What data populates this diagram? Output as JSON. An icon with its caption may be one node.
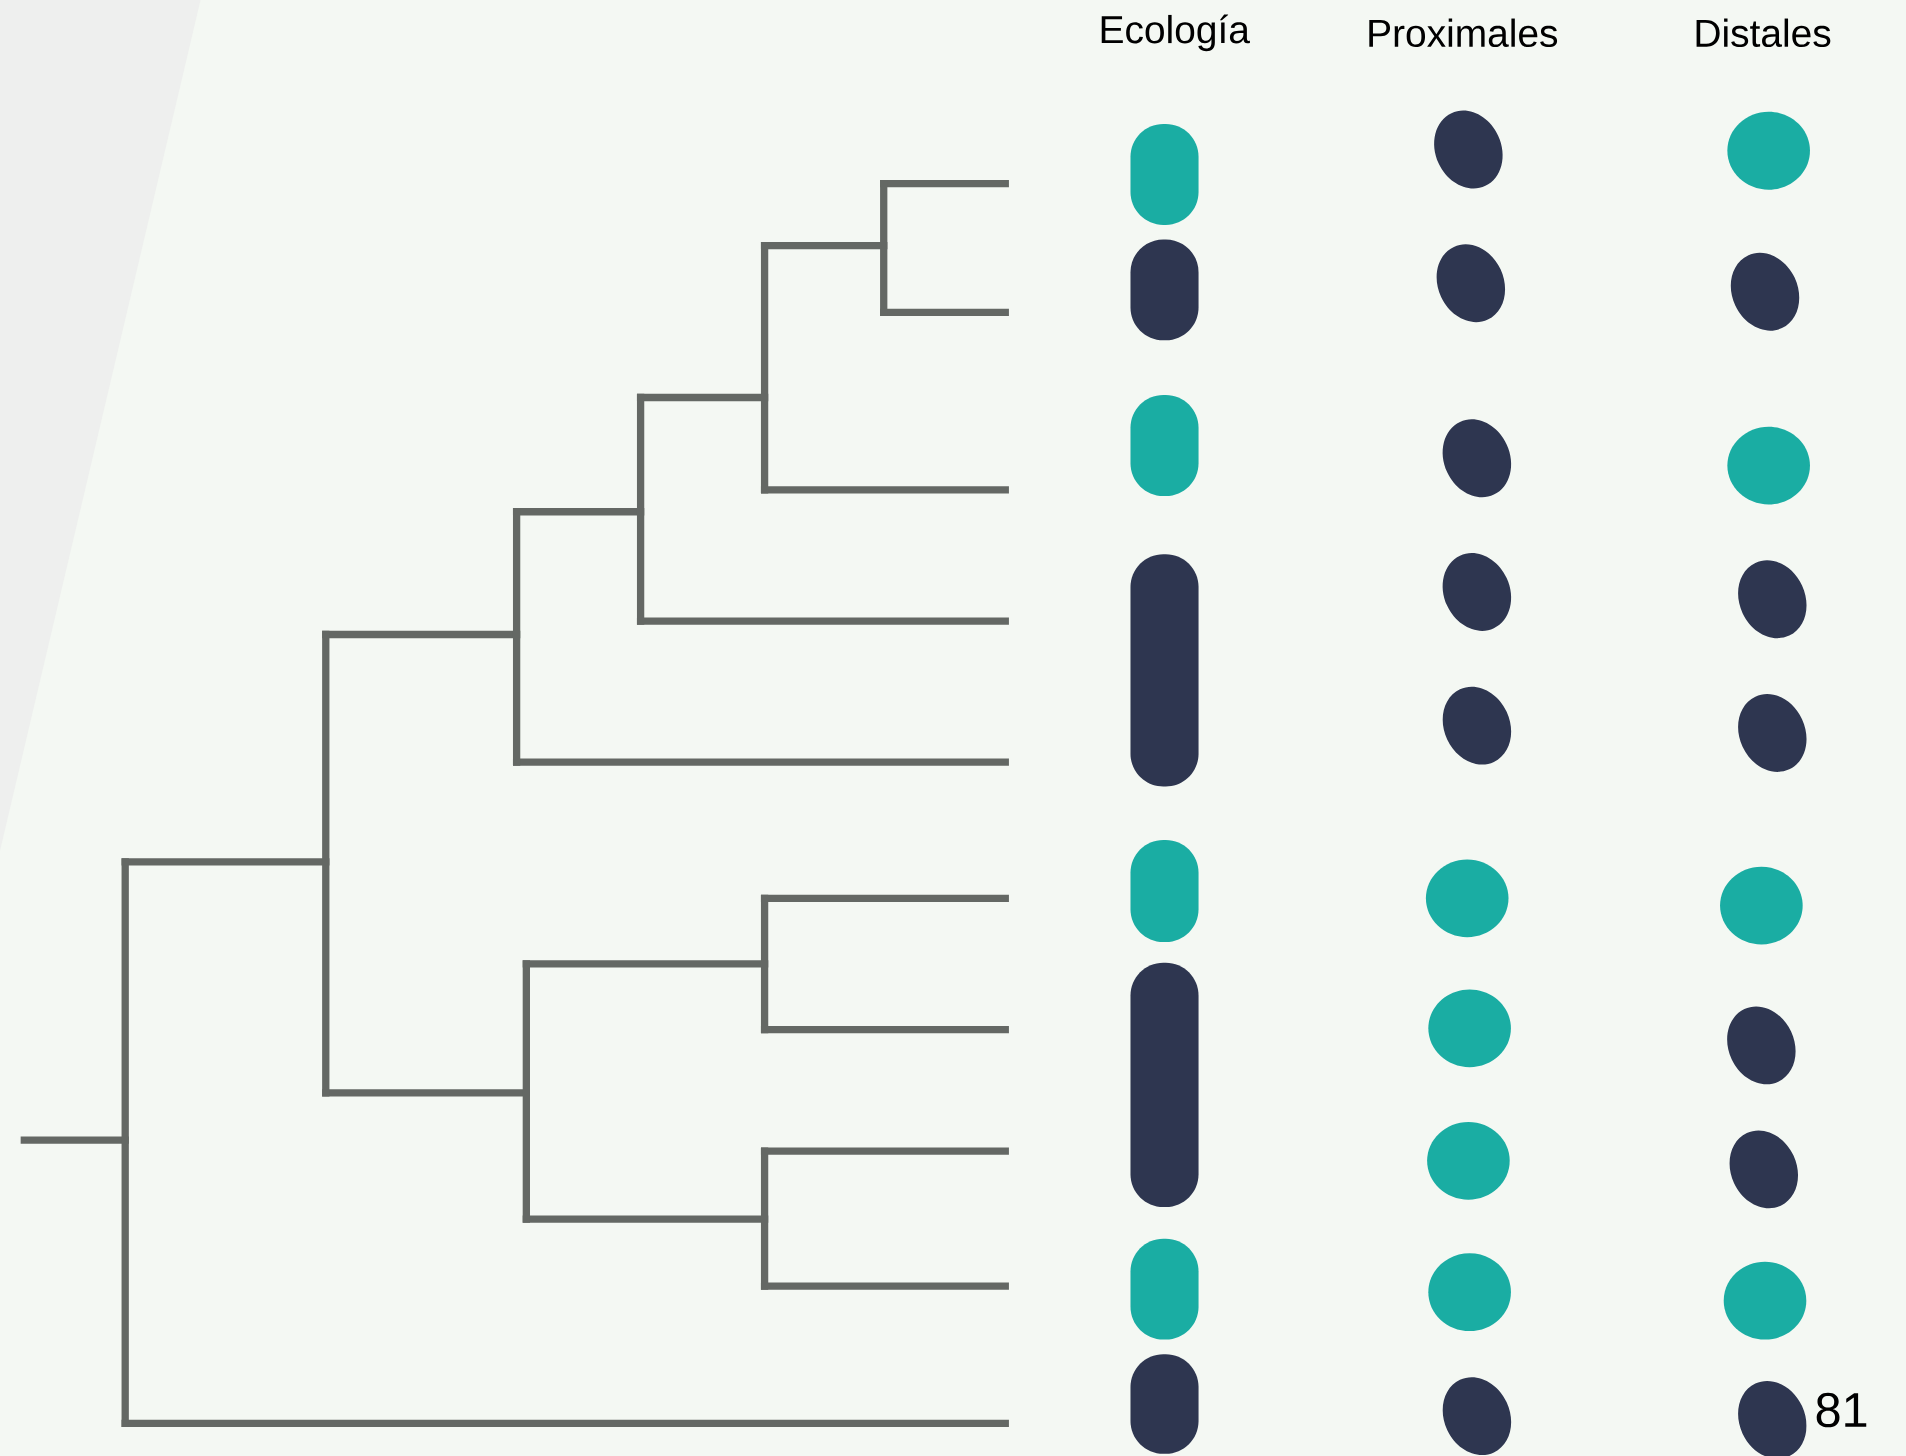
{
  "diagram": {
    "labels": [
      "Ecología",
      "Proximales",
      "Distales",
      "81"
    ]
  }
}
